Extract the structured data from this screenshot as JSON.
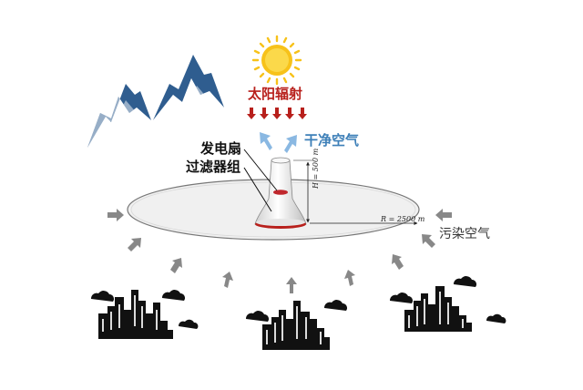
{
  "labels": {
    "solar_radiation": "太阳辐射",
    "clean_air": "干净空气",
    "generator_fan": "发电扇",
    "filter_group": "过滤器组",
    "polluted_air": "污染空气",
    "height_dim": "H = 500 m",
    "radius_dim": "R = 2500 m"
  },
  "colors": {
    "sun": "#f7c21a",
    "solar_arrows": "#b8201c",
    "clean_air_arrows": "#8ab8e2",
    "polluted_air_arrows": "#888888",
    "mountains": "#2f5d8f",
    "city": "#111111"
  },
  "icons": [
    "sun-icon",
    "mountain-icon",
    "city-skyline-icon",
    "cloud-icon",
    "chimney-tower-icon"
  ]
}
